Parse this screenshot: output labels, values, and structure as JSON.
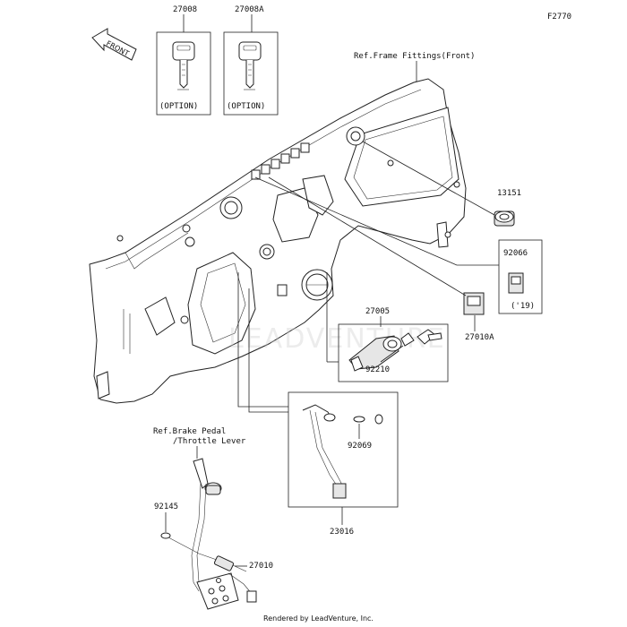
{
  "diagram_id": "F2770",
  "front_arrow_label": "FRONT",
  "parts": {
    "p27008": "27008",
    "p27008A": "27008A",
    "option_1": "(OPTION)",
    "option_2": "(OPTION)",
    "ref_frame": "Ref.Frame Fittings(Front)",
    "p13151": "13151",
    "p92066": "92066",
    "year_19": "('19)",
    "p27010A": "27010A",
    "p27005": "27005",
    "p92210": "92210",
    "p92069": "92069",
    "p23016": "23016",
    "ref_brake_1": "Ref.Brake Pedal",
    "ref_brake_2": "/Throttle Lever",
    "p92145": "92145",
    "p27010": "27010"
  },
  "watermark": "LEADVENTURE",
  "footer": "Rendered by LeadVenture, Inc."
}
